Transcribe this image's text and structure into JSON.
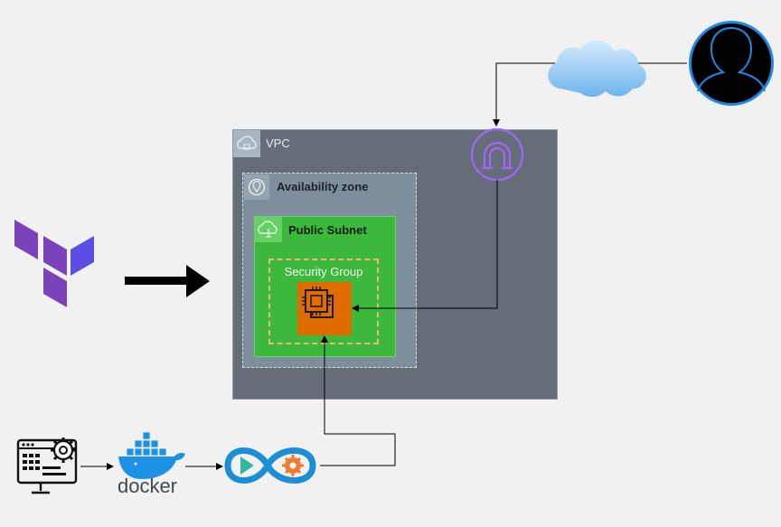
{
  "diagram": {
    "vpc_label": "VPC",
    "availability_zone_label": "Availability zone",
    "public_subnet_label": "Public Subnet",
    "security_group_label": "Security Group",
    "docker_wordmark": "docker"
  },
  "colors": {
    "vpc_fill": "#656e78",
    "availability_zone_fill": "#7f8e9c",
    "subnet_fill": "#3cb93c",
    "security_group_border": "#f2b27c",
    "ec2_fill": "#e06c00",
    "internet_gateway": "#8c4fff",
    "terraform": "#7b42bc",
    "cloud": "#8ec5f1",
    "user_ring": "#1e88e5"
  },
  "icons": [
    "terraform-logo-icon",
    "arrow-right-icon",
    "cloud-icon",
    "user-icon",
    "internet-gateway-icon",
    "ec2-instance-icon",
    "vpc-icon",
    "availability-zone-icon",
    "subnet-icon",
    "web-app-settings-icon",
    "docker-logo-icon",
    "ci-cd-pipeline-icon"
  ]
}
